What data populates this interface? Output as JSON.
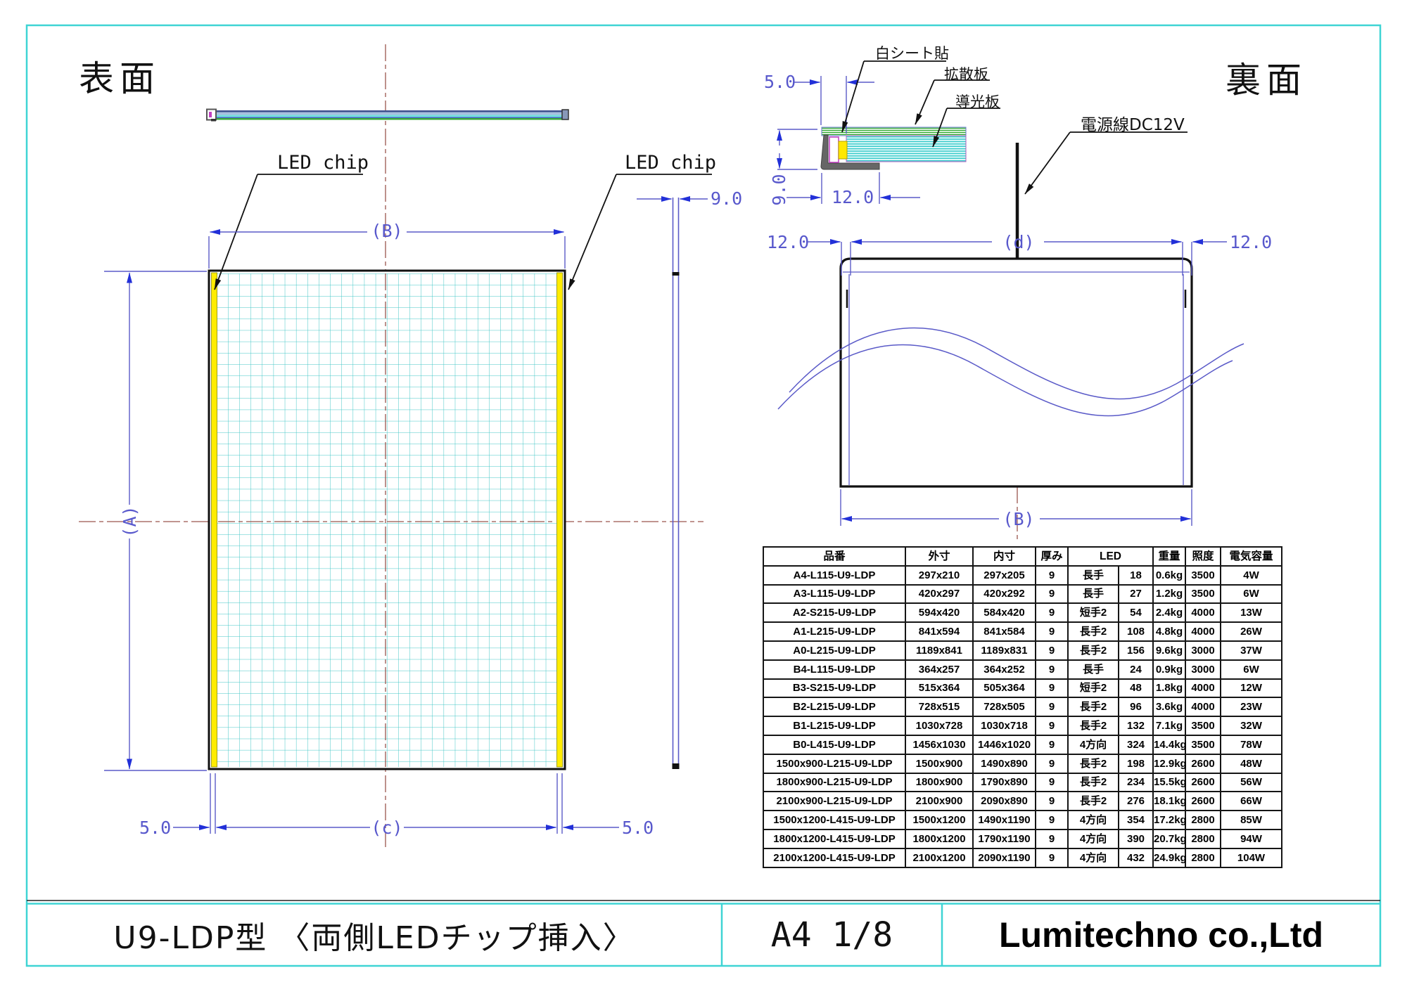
{
  "corner_labels": {
    "front": "表面",
    "back": "裏面"
  },
  "front_view": {
    "led_chip_left": "LED chip",
    "led_chip_right": "LED chip"
  },
  "dims": {
    "b": "(B)",
    "a": "(A)",
    "c": "(c)",
    "d": "(d)",
    "offset5": "5.0",
    "thickness9": "9.0",
    "frame12": "12.0"
  },
  "cross_section": {
    "white_sheet": "白シート貼",
    "diffusion_plate": "拡散板",
    "light_guide_plate": "導光板"
  },
  "back_view": {
    "power_cable": "電源線DC12V"
  },
  "table": {
    "headers": {
      "part": "品番",
      "outer": "外寸",
      "inner": "内寸",
      "thickness": "厚み",
      "led": "LED",
      "weight": "重量",
      "lux": "照度",
      "capacity": "電気容量"
    },
    "rows": [
      [
        "A4-L115-U9-LDP",
        "297x210",
        "297x205",
        "9",
        "長手",
        "18",
        "0.6kg",
        "3500",
        "4W"
      ],
      [
        "A3-L115-U9-LDP",
        "420x297",
        "420x292",
        "9",
        "長手",
        "27",
        "1.2kg",
        "3500",
        "6W"
      ],
      [
        "A2-S215-U9-LDP",
        "594x420",
        "584x420",
        "9",
        "短手2",
        "54",
        "2.4kg",
        "4000",
        "13W"
      ],
      [
        "A1-L215-U9-LDP",
        "841x594",
        "841x584",
        "9",
        "長手2",
        "108",
        "4.8kg",
        "4000",
        "26W"
      ],
      [
        "A0-L215-U9-LDP",
        "1189x841",
        "1189x831",
        "9",
        "長手2",
        "156",
        "9.6kg",
        "3000",
        "37W"
      ],
      [
        "B4-L115-U9-LDP",
        "364x257",
        "364x252",
        "9",
        "長手",
        "24",
        "0.9kg",
        "3000",
        "6W"
      ],
      [
        "B3-S215-U9-LDP",
        "515x364",
        "505x364",
        "9",
        "短手2",
        "48",
        "1.8kg",
        "4000",
        "12W"
      ],
      [
        "B2-L215-U9-LDP",
        "728x515",
        "728x505",
        "9",
        "長手2",
        "96",
        "3.6kg",
        "4000",
        "23W"
      ],
      [
        "B1-L215-U9-LDP",
        "1030x728",
        "1030x718",
        "9",
        "長手2",
        "132",
        "7.1kg",
        "3500",
        "32W"
      ],
      [
        "B0-L415-U9-LDP",
        "1456x1030",
        "1446x1020",
        "9",
        "4方向",
        "324",
        "14.4kg",
        "3500",
        "78W"
      ],
      [
        "1500x900-L215-U9-LDP",
        "1500x900",
        "1490x890",
        "9",
        "長手2",
        "198",
        "12.9kg",
        "2600",
        "48W"
      ],
      [
        "1800x900-L215-U9-LDP",
        "1800x900",
        "1790x890",
        "9",
        "長手2",
        "234",
        "15.5kg",
        "2600",
        "56W"
      ],
      [
        "2100x900-L215-U9-LDP",
        "2100x900",
        "2090x890",
        "9",
        "長手2",
        "276",
        "18.1kg",
        "2600",
        "66W"
      ],
      [
        "1500x1200-L415-U9-LDP",
        "1500x1200",
        "1490x1190",
        "9",
        "4方向",
        "354",
        "17.2kg",
        "2800",
        "85W"
      ],
      [
        "1800x1200-L415-U9-LDP",
        "1800x1200",
        "1790x1190",
        "9",
        "4方向",
        "390",
        "20.7kg",
        "2800",
        "94W"
      ],
      [
        "2100x1200-L415-U9-LDP",
        "2100x1200",
        "2090x1190",
        "9",
        "4方向",
        "432",
        "24.9kg",
        "2800",
        "104W"
      ]
    ]
  },
  "title_block": {
    "title": "U9-LDP型 〈両側LEDチップ挿入〉",
    "sheet": "A4 1/8",
    "company": "Lumitechno co.,Ltd"
  },
  "colors": {
    "frame_cyan": "#3fd4d4",
    "dimension_blue": "#5a5ac8",
    "centerline_brown": "#9a564e",
    "grid_cyan": "#41c6c6",
    "led_yellow": "#ffec00",
    "diffusion_green": "#30a830",
    "light_guide_cyan": "#38caca",
    "reflector_magenta": "#c040c0"
  }
}
